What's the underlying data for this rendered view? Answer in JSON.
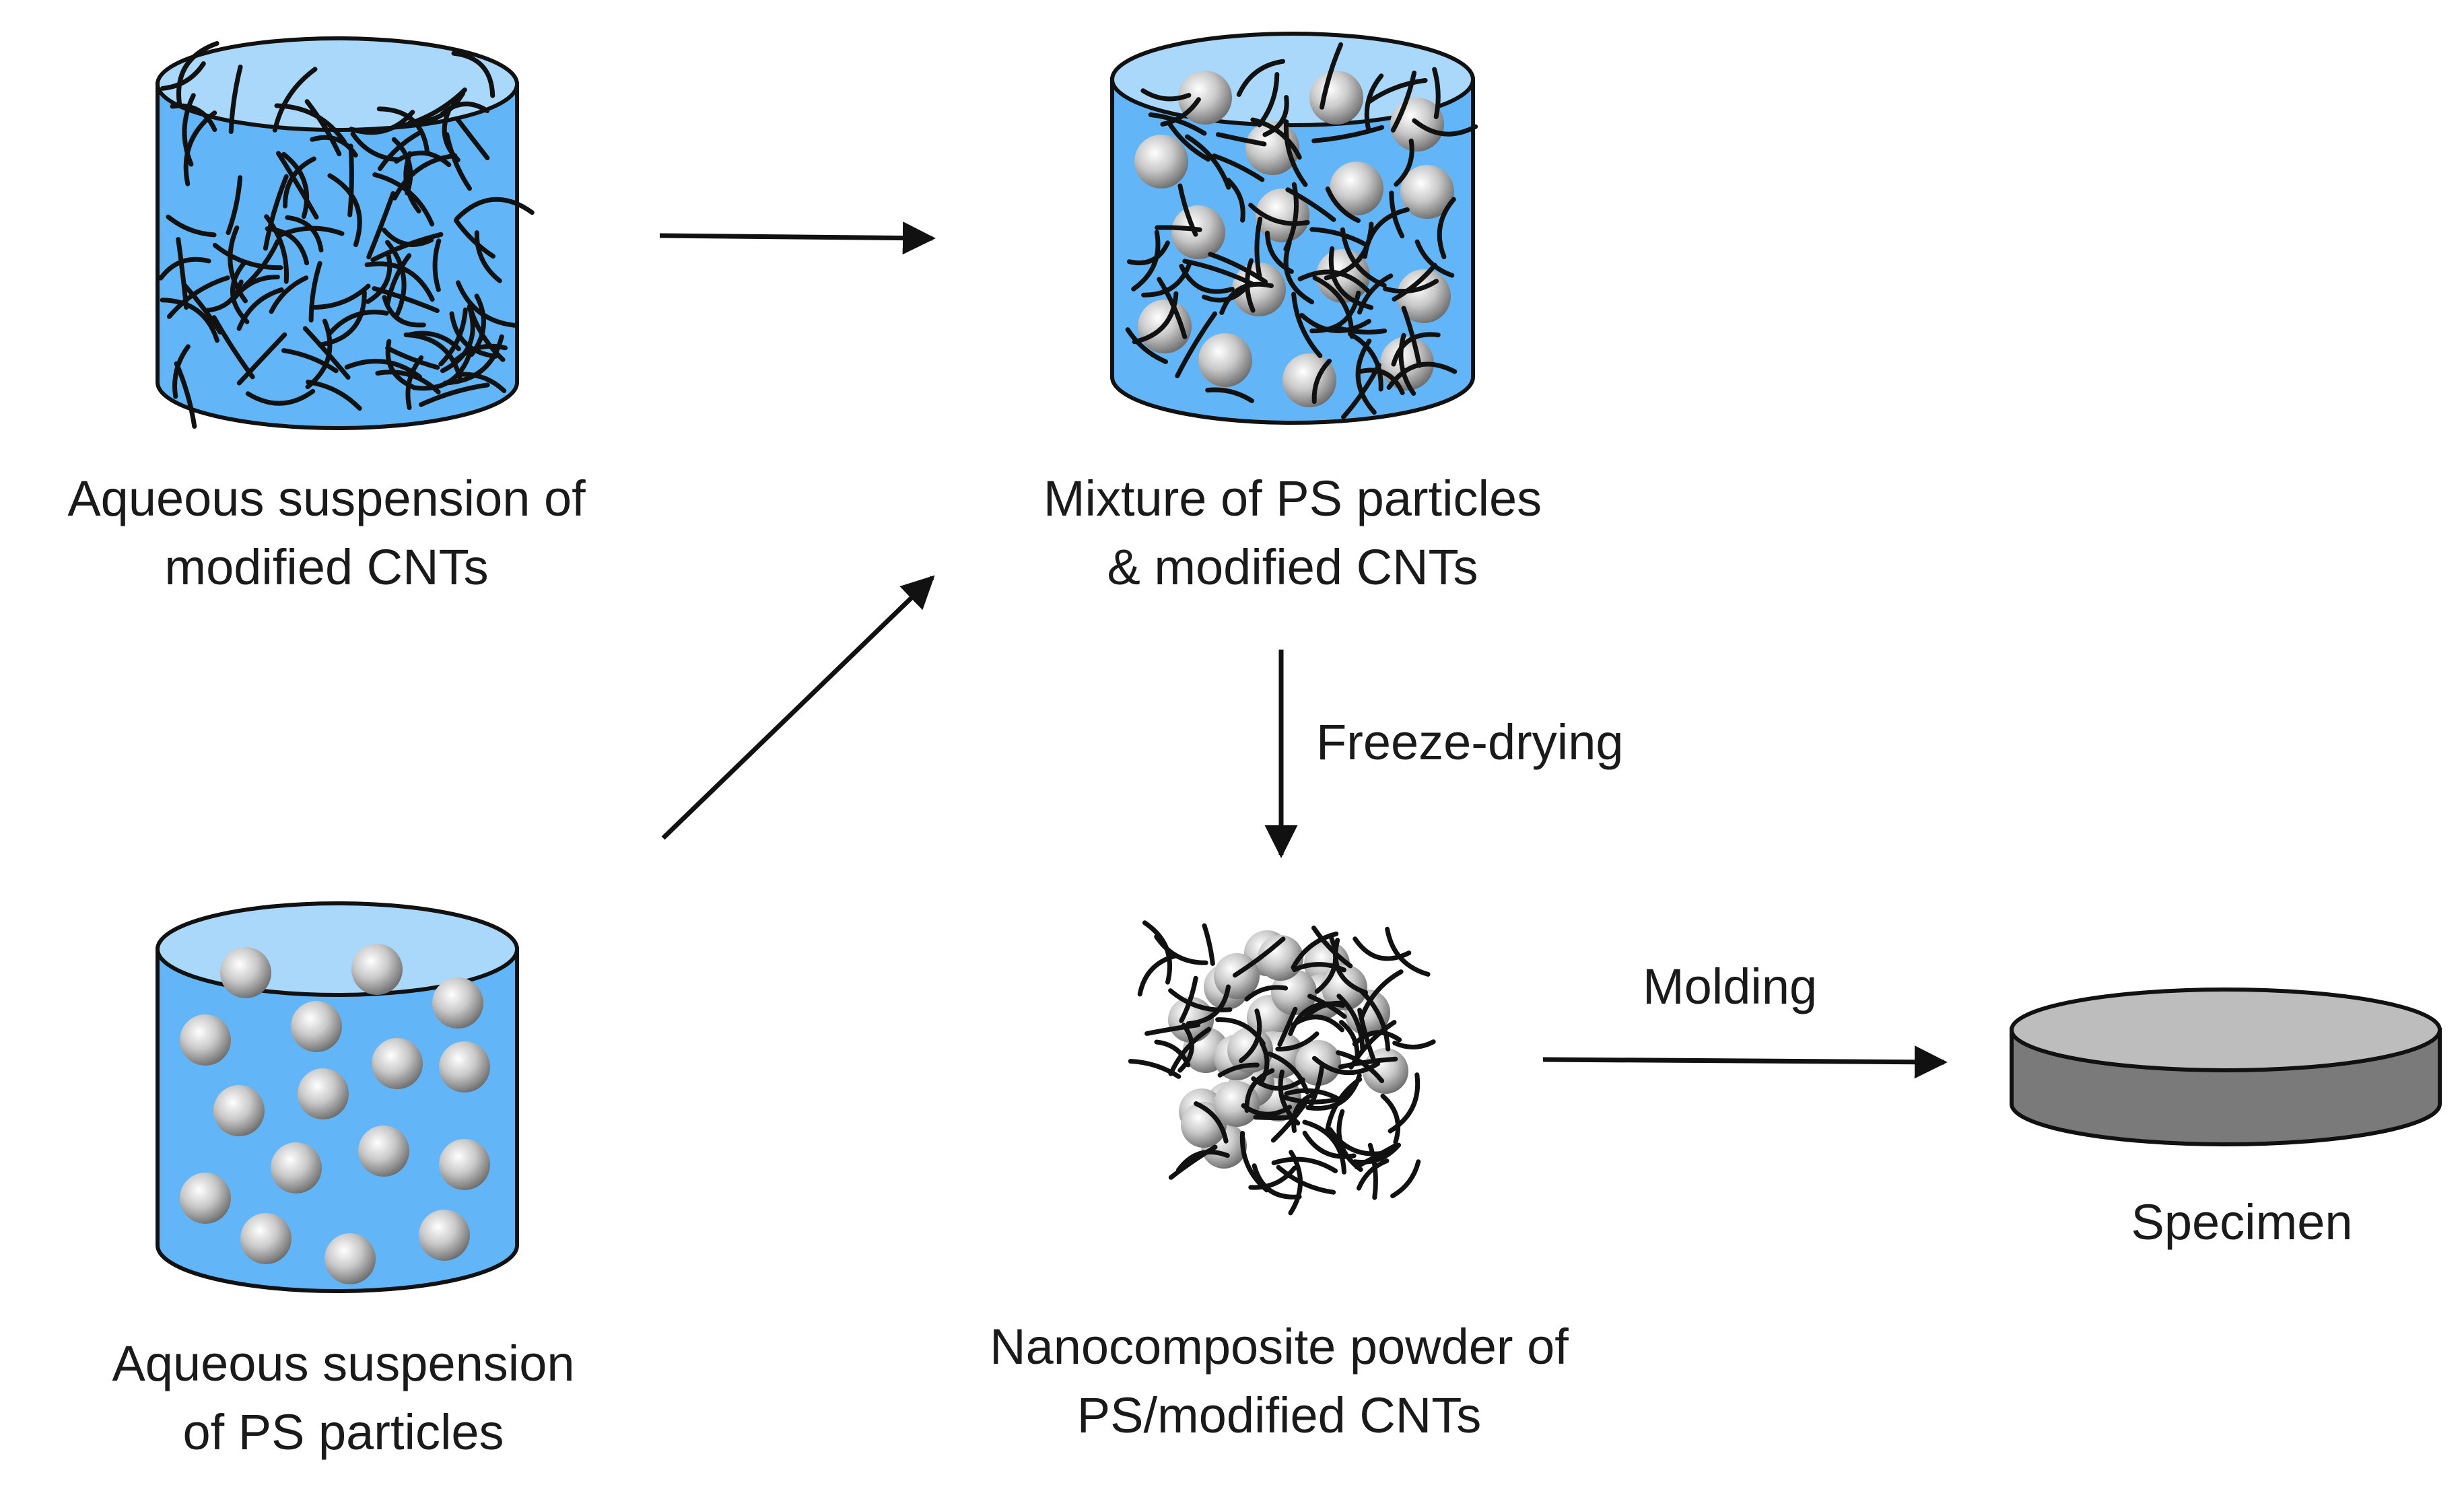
{
  "labels": {
    "cnt_suspension": [
      "Aqueous suspension of",
      "modified CNTs"
    ],
    "mixture": [
      "Mixture of PS particles",
      "& modified CNTs"
    ],
    "ps_suspension": [
      "Aqueous suspension",
      "of PS particles"
    ],
    "powder": [
      "Nanocomposite powder of",
      "PS/modified CNTs"
    ],
    "specimen": "Specimen"
  },
  "steps": {
    "freeze_drying": "Freeze-drying",
    "molding": "Molding"
  },
  "colors": {
    "liquid": "#62b6f7",
    "liquid_top": "#a9d8fb",
    "cnt": "#111111",
    "particle": "#b8b8b8",
    "specimen_top": "#bdbdbd",
    "specimen_side": "#7a7a7a"
  }
}
